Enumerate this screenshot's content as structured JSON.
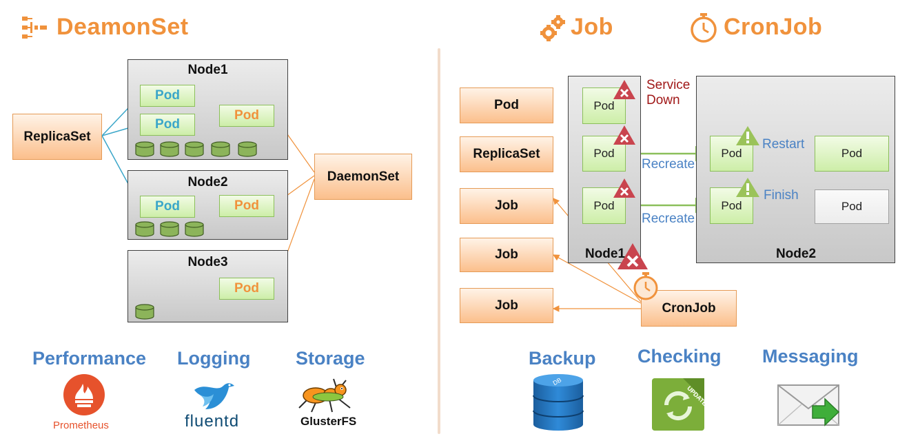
{
  "left": {
    "title": "DeamonSet",
    "nodes": [
      {
        "title": "Node1",
        "pods": [
          "Pod",
          "Pod",
          "Pod"
        ]
      },
      {
        "title": "Node2",
        "pods": [
          "Pod",
          "Pod"
        ]
      },
      {
        "title": "Node3",
        "pods": [
          "Pod"
        ]
      }
    ],
    "replicaset_label": "ReplicaSet",
    "daemonset_label": "DaemonSet",
    "use_cases": [
      "Performance",
      "Logging",
      "Storage"
    ],
    "logos": {
      "prometheus": "Prometheus",
      "fluentd": "fluentd",
      "glusterfs": "GlusterFS"
    }
  },
  "right": {
    "job_title": "Job",
    "cronjob_title": "CronJob",
    "boxes": [
      "Pod",
      "ReplicaSet",
      "Job",
      "Job",
      "Job"
    ],
    "cronjob_label": "CronJob",
    "node1": {
      "title": "Node1",
      "pods": [
        "Pod",
        "Pod",
        "Pod"
      ]
    },
    "node2": {
      "title": "Node2",
      "pods": [
        "Pod",
        "Pod",
        "Pod",
        "Pod"
      ]
    },
    "service_down": [
      "Service",
      "Down"
    ],
    "recreate_labels": [
      "Recreate",
      "Recreate"
    ],
    "restart_label": "Restart",
    "finish_label": "Finish",
    "use_cases": [
      "Backup",
      "Checking",
      "Messaging"
    ],
    "icons": {
      "db": "DB",
      "update": "UPDATE"
    }
  },
  "colors": {
    "accent_orange": "#f0923c",
    "pod_blue": "#3aa6c9",
    "category_blue": "#4a82c4",
    "alert_red": "#a01818"
  }
}
